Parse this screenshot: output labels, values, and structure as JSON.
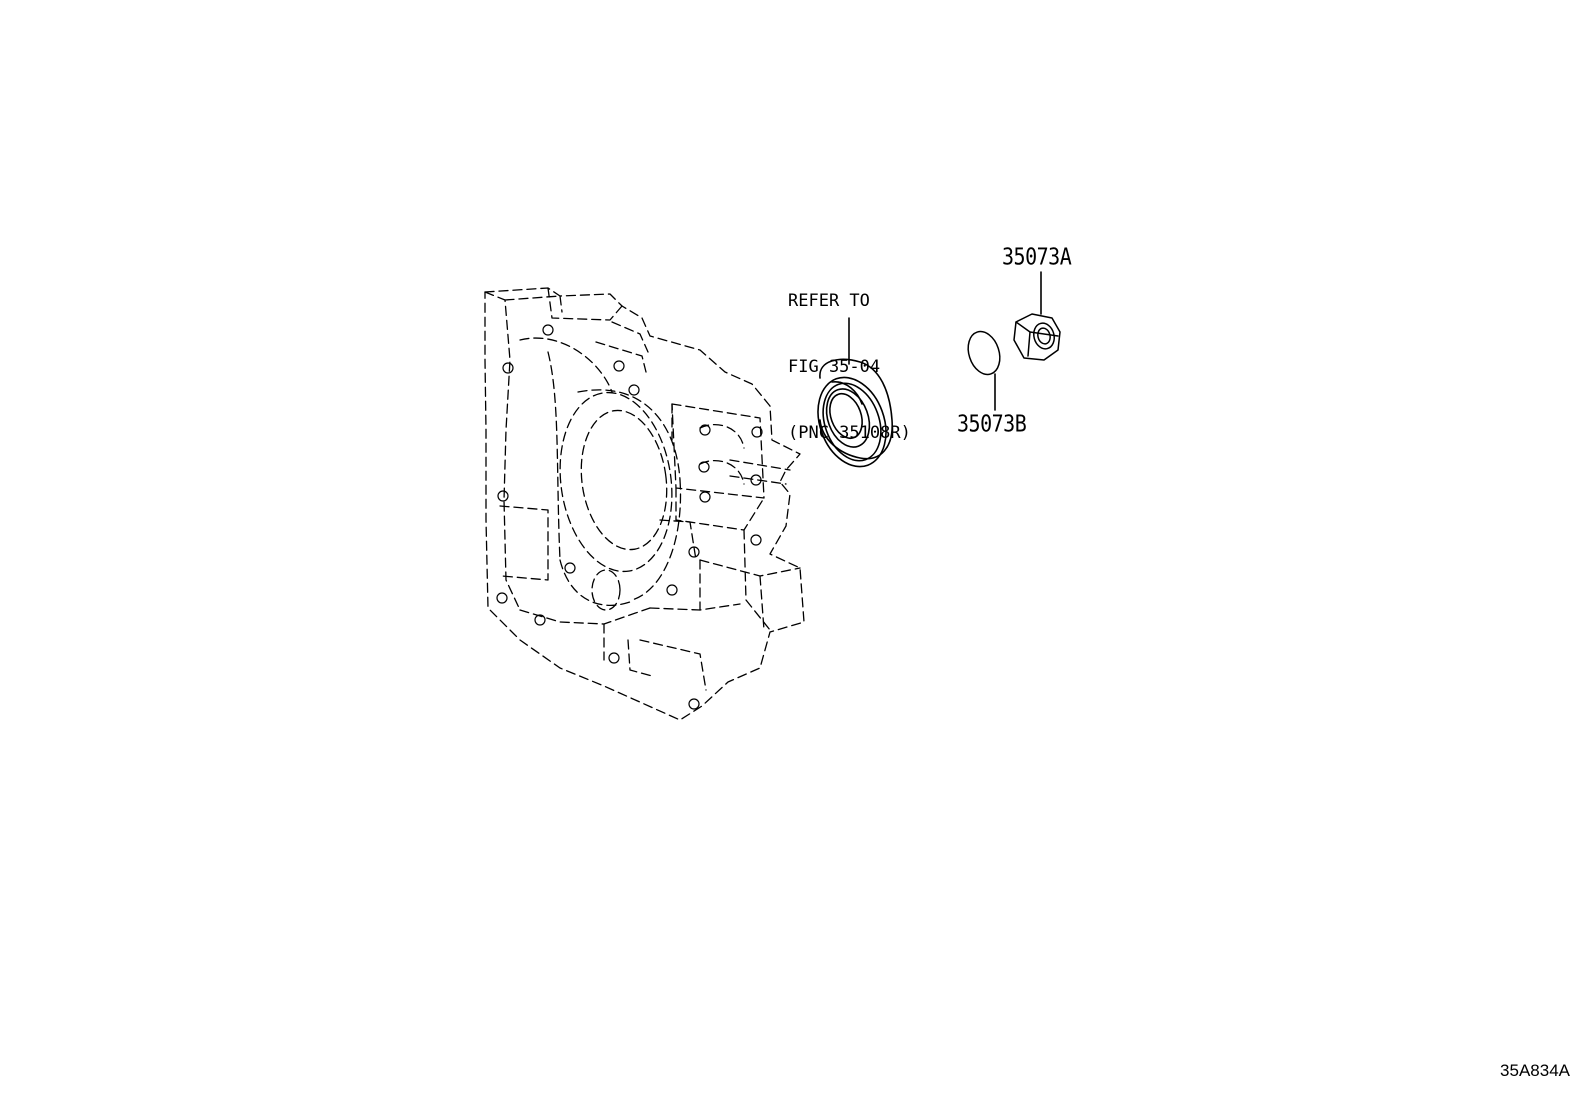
{
  "reference_note": {
    "line1": "REFER TO",
    "line2": "FIG 35-04",
    "line3": "(PNC 35108R)"
  },
  "callouts": {
    "part_a": "35073A",
    "part_b": "35073B"
  },
  "figure_id": "35A834A",
  "icons": {
    "housing": "transmission-case-outline",
    "seal": "oil-seal",
    "plug": "drain-plug",
    "gasket": "gasket-ring"
  },
  "colors": {
    "line": "#000000",
    "background": "#ffffff"
  }
}
